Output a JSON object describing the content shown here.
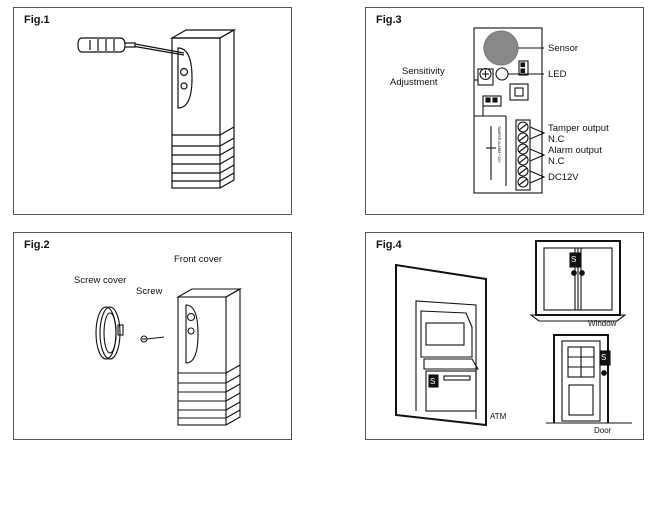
{
  "figures": {
    "fig1": {
      "title": "Fig.1"
    },
    "fig2": {
      "title": "Fig.2",
      "screw_cover": "Screw cover",
      "screw": "Screw",
      "front_cover": "Front cover"
    },
    "fig3": {
      "title": "Fig.3",
      "sensor": "Sensor",
      "led": "LED",
      "sensitivity_line1": "Sensitivity",
      "sensitivity_line2": "Adjustment",
      "tamper_line1": "Tamper output",
      "tamper_line2": "N.C",
      "alarm_line1": "Alarm output",
      "alarm_line2": "N.C",
      "dc": "DC12V"
    },
    "fig4": {
      "title": "Fig.4",
      "atm": "ATM",
      "window": "Window",
      "door": "Door",
      "sensor_mark": "S"
    }
  },
  "colors": {
    "line": "#111111",
    "sensor_fill": "#888888",
    "border": "#555555"
  }
}
